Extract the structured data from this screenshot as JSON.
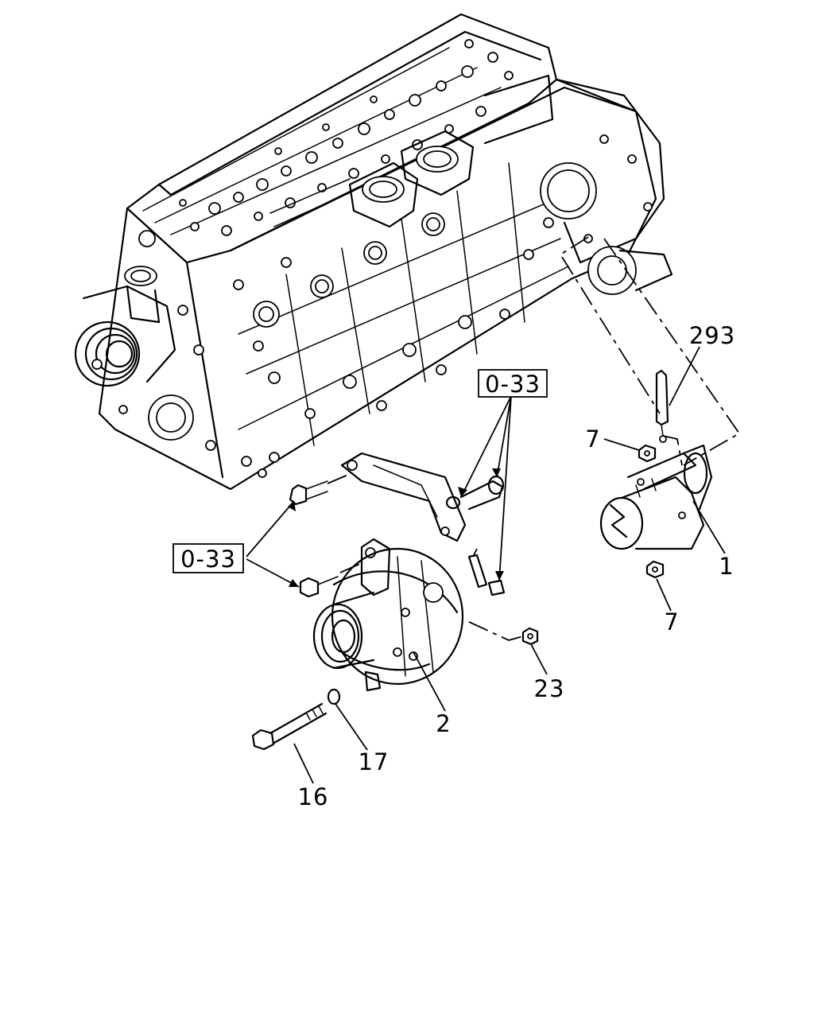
{
  "callouts": {
    "starter": "1",
    "alternator": "2",
    "nut_top": "7",
    "nut_bottom": "7",
    "bolt": "16",
    "washer": "17",
    "nut_alternator": "23",
    "cable": "293"
  },
  "references": {
    "ref_upper": "0-33",
    "ref_lower": "0-33"
  }
}
